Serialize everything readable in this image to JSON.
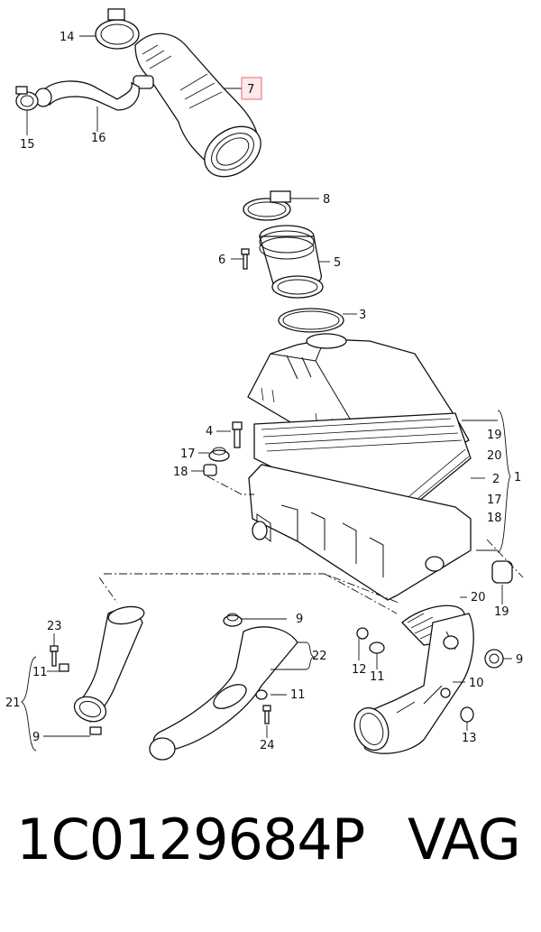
{
  "labels": {
    "l14": "14",
    "l15": "15",
    "l16": "16",
    "l7": "7",
    "l8": "8",
    "l6": "6",
    "l5": "5",
    "l3": "3",
    "l4": "4",
    "l17a": "17",
    "l18a": "18",
    "l19a": "19",
    "l20a": "20",
    "l2": "2",
    "l17b": "17",
    "l18b": "18",
    "l1": "1",
    "l20b": "20",
    "l19b": "19",
    "l23": "23",
    "l11a": "11",
    "l21": "21",
    "l9a": "9",
    "l9b": "9",
    "l22": "22",
    "l11b": "11",
    "l24": "24",
    "l12": "12",
    "l11c": "11",
    "l10": "10",
    "l9c": "9",
    "l13": "13"
  },
  "caption": {
    "part_number": "1C0129684P",
    "brand": "VAG"
  },
  "colors": {
    "highlight_fill": "#fde8ea",
    "highlight_stroke": "#e56a7a",
    "line": "#111111"
  }
}
